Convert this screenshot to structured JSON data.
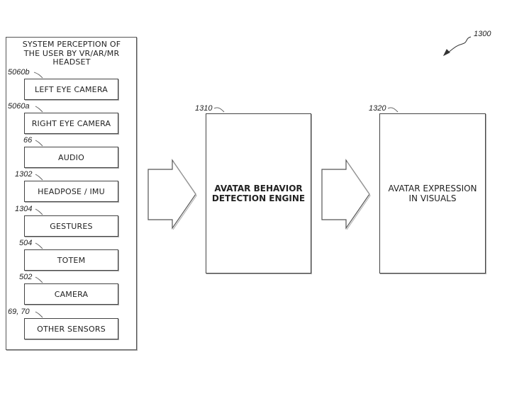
{
  "figure_ref": "1300",
  "panel": {
    "title_lines": [
      "SYSTEM PERCEPTION OF",
      "THE USER BY VR/AR/MR",
      "HEADSET"
    ]
  },
  "inputs": [
    {
      "ref": "5060b",
      "label": "LEFT EYE CAMERA"
    },
    {
      "ref": "5060a",
      "label": "RIGHT EYE CAMERA"
    },
    {
      "ref": "66",
      "label": "AUDIO"
    },
    {
      "ref": "1302",
      "label": "HEADPOSE / IMU"
    },
    {
      "ref": "1304",
      "label": "GESTURES"
    },
    {
      "ref": "504",
      "label": "TOTEM"
    },
    {
      "ref": "502",
      "label": "CAMERA"
    },
    {
      "ref": "69, 70",
      "label": "OTHER SENSORS"
    }
  ],
  "engine": {
    "ref": "1310",
    "label_lines": [
      "AVATAR BEHAVIOR",
      "DETECTION ENGINE"
    ]
  },
  "output": {
    "ref": "1320",
    "label_lines": [
      "AVATAR EXPRESSION",
      "IN VISUALS"
    ]
  }
}
